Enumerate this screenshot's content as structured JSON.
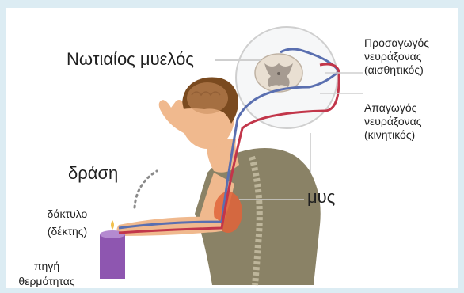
{
  "labels": {
    "spinal_cord": "Νωτιαίος μυελός",
    "afferent_line1": "Προσαγωγός",
    "afferent_line2": "νευράξονας",
    "afferent_line3": "(αισθητικός)",
    "efferent_line1": "Απαγωγός",
    "efferent_line2": "νευράξονας",
    "efferent_line3": "(κινητικός)",
    "action": "δράση",
    "muscle": "μυς",
    "finger_line1": "δάκτυλο",
    "finger_line2": "(δέκτης)",
    "heat_line1": "πηγή",
    "heat_line2": "θερμότητας"
  },
  "colors": {
    "frame_background": "#dcecf3",
    "panel": "#ffffff",
    "afferent_nerve": "#5a6fb0",
    "efferent_nerve": "#c2364a",
    "muscle": "#e0643a",
    "skin": "#f0b98e",
    "shirt": "#8a8266",
    "hair": "#7a4a1f",
    "candle": "#8e56b0"
  }
}
